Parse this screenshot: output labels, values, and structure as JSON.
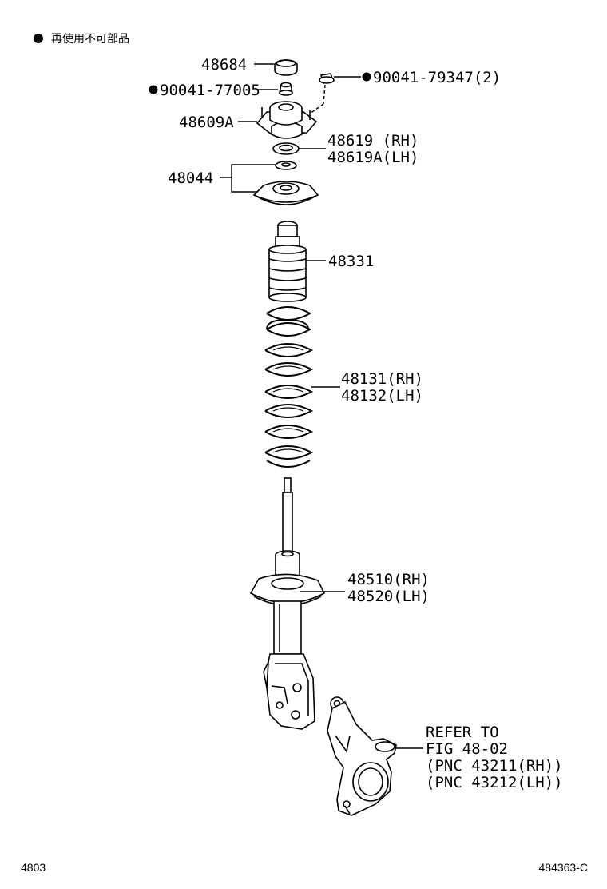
{
  "legend": {
    "text": "再使用不可部品"
  },
  "parts": {
    "p48684": "48684",
    "p90041_77005": "90041-77005",
    "p90041_79347": "90041-79347(2)",
    "p48609A": "48609A",
    "p48619_rh": "48619 (RH)",
    "p48619A_lh": "48619A(LH)",
    "p48044": "48044",
    "p48331": "48331",
    "p48131_rh": "48131(RH)",
    "p48132_lh": "48132(LH)",
    "p48510_rh": "48510(RH)",
    "p48520_lh": "48520(LH)"
  },
  "refer": {
    "line1": "REFER TO",
    "line2": "FIG 48-02",
    "line3": "(PNC 43211(RH))",
    "line4": "(PNC 43212(LH))"
  },
  "footer": {
    "left": "4803",
    "right": "484363-C"
  }
}
